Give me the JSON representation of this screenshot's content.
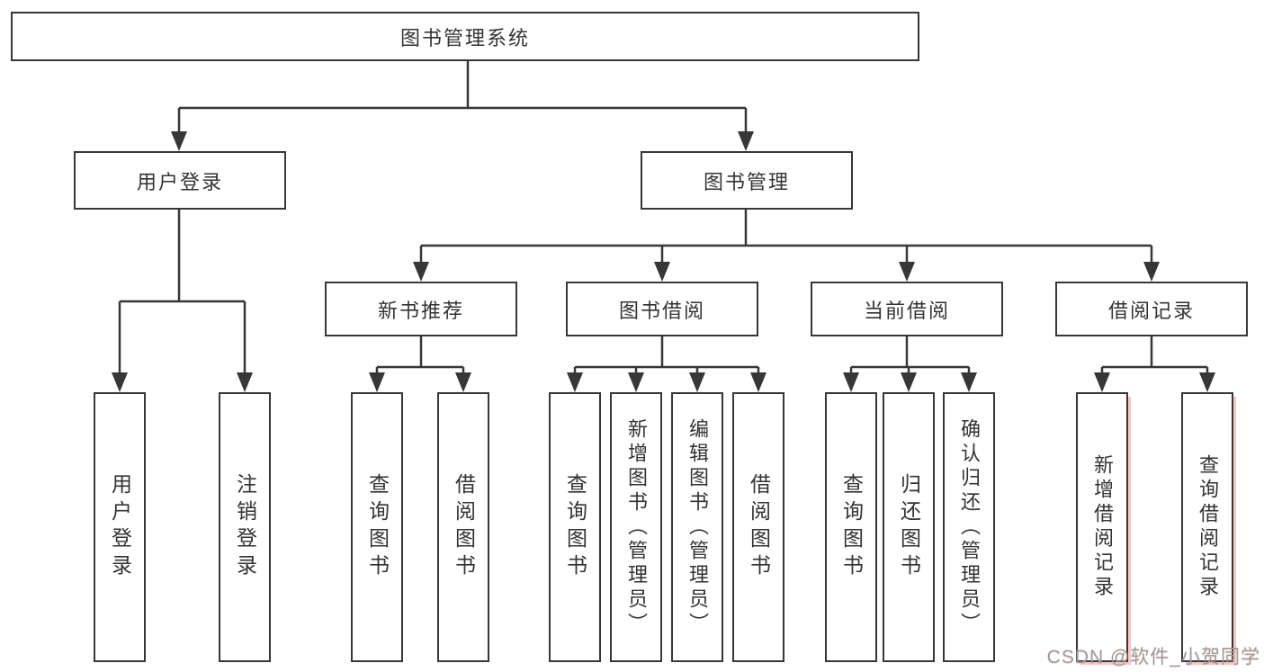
{
  "tree": {
    "label": "图书管理系统",
    "children": [
      {
        "label": "用户登录",
        "children": [
          {
            "label": "用户登录"
          },
          {
            "label": "注销登录"
          }
        ]
      },
      {
        "label": "图书管理",
        "children": [
          {
            "label": "新书推荐",
            "children": [
              {
                "label": "查询图书"
              },
              {
                "label": "借阅图书"
              }
            ]
          },
          {
            "label": "图书借阅",
            "children": [
              {
                "label": "查询图书"
              },
              {
                "label": "新增图书（管理员）"
              },
              {
                "label": "编辑图书（管理员）"
              },
              {
                "label": "借阅图书"
              }
            ]
          },
          {
            "label": "当前借阅",
            "children": [
              {
                "label": "查询图书"
              },
              {
                "label": "归还图书"
              },
              {
                "label": "确认归还（管理员）"
              }
            ]
          },
          {
            "label": "借阅记录",
            "children": [
              {
                "label": "新增借阅记录"
              },
              {
                "label": "查询借阅记录"
              }
            ]
          }
        ]
      }
    ]
  },
  "watermark": {
    "text": "CSDN @软件_小贺同学"
  },
  "colors": {
    "line": "#373737",
    "text": "#333333",
    "background": "#ffffff",
    "watermark": "#9b9b9b",
    "watermark_accent": "#f66e6e"
  }
}
